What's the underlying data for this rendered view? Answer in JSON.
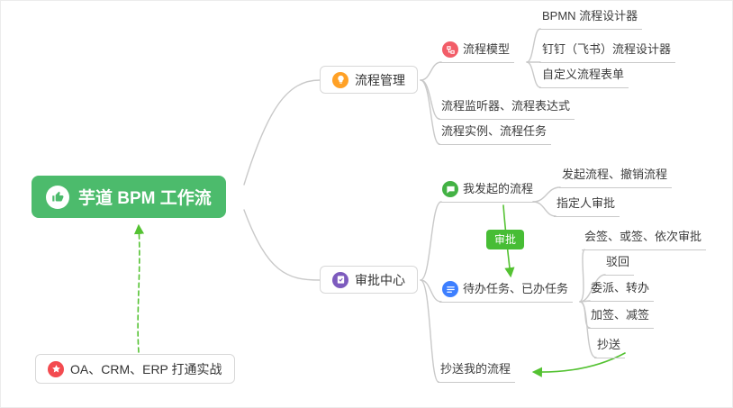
{
  "mindmap": {
    "root": {
      "label": "芋道 BPM 工作流",
      "icon": "thumbs-up-icon"
    },
    "note": {
      "label": "OA、CRM、ERP 打通实战",
      "icon": "star-icon"
    },
    "process": {
      "label": "流程管理",
      "icon": "lightbulb-icon",
      "model": {
        "label": "流程模型",
        "icon": "flow-model-icon",
        "designer_bpmn": "BPMN 流程设计器",
        "designer_dingtalk": "钉钉（飞书）流程设计器",
        "custom_form": "自定义流程表单"
      },
      "listener": "流程监听器、流程表达式",
      "instance": "流程实例、流程任务"
    },
    "approval": {
      "label": "审批中心",
      "icon": "clipboard-check-icon",
      "badge": "审批",
      "my_started": {
        "label": "我发起的流程",
        "icon": "chat-bubble-icon",
        "start_cancel": "发起流程、撤销流程",
        "assignee": "指定人审批"
      },
      "tasks": {
        "label": "待办任务、已办任务",
        "icon": "task-list-icon",
        "countersign": "会签、或签、依次审批",
        "reject": "驳回",
        "delegate": "委派、转办",
        "addsign": "加签、减签",
        "cc": "抄送"
      },
      "cc_my": "抄送我的流程"
    }
  },
  "colors": {
    "root_bg": "#4cbb6c",
    "badge_green": "#47bd35",
    "arrow_green": "#54c232",
    "connector_gray": "#c9c9c9",
    "icon_orange": "#ffa126",
    "icon_pink": "#f25d68",
    "icon_purple": "#7d5bbe",
    "icon_green": "#43b244",
    "icon_blue": "#3d7fff",
    "icon_red": "#f34b50"
  }
}
